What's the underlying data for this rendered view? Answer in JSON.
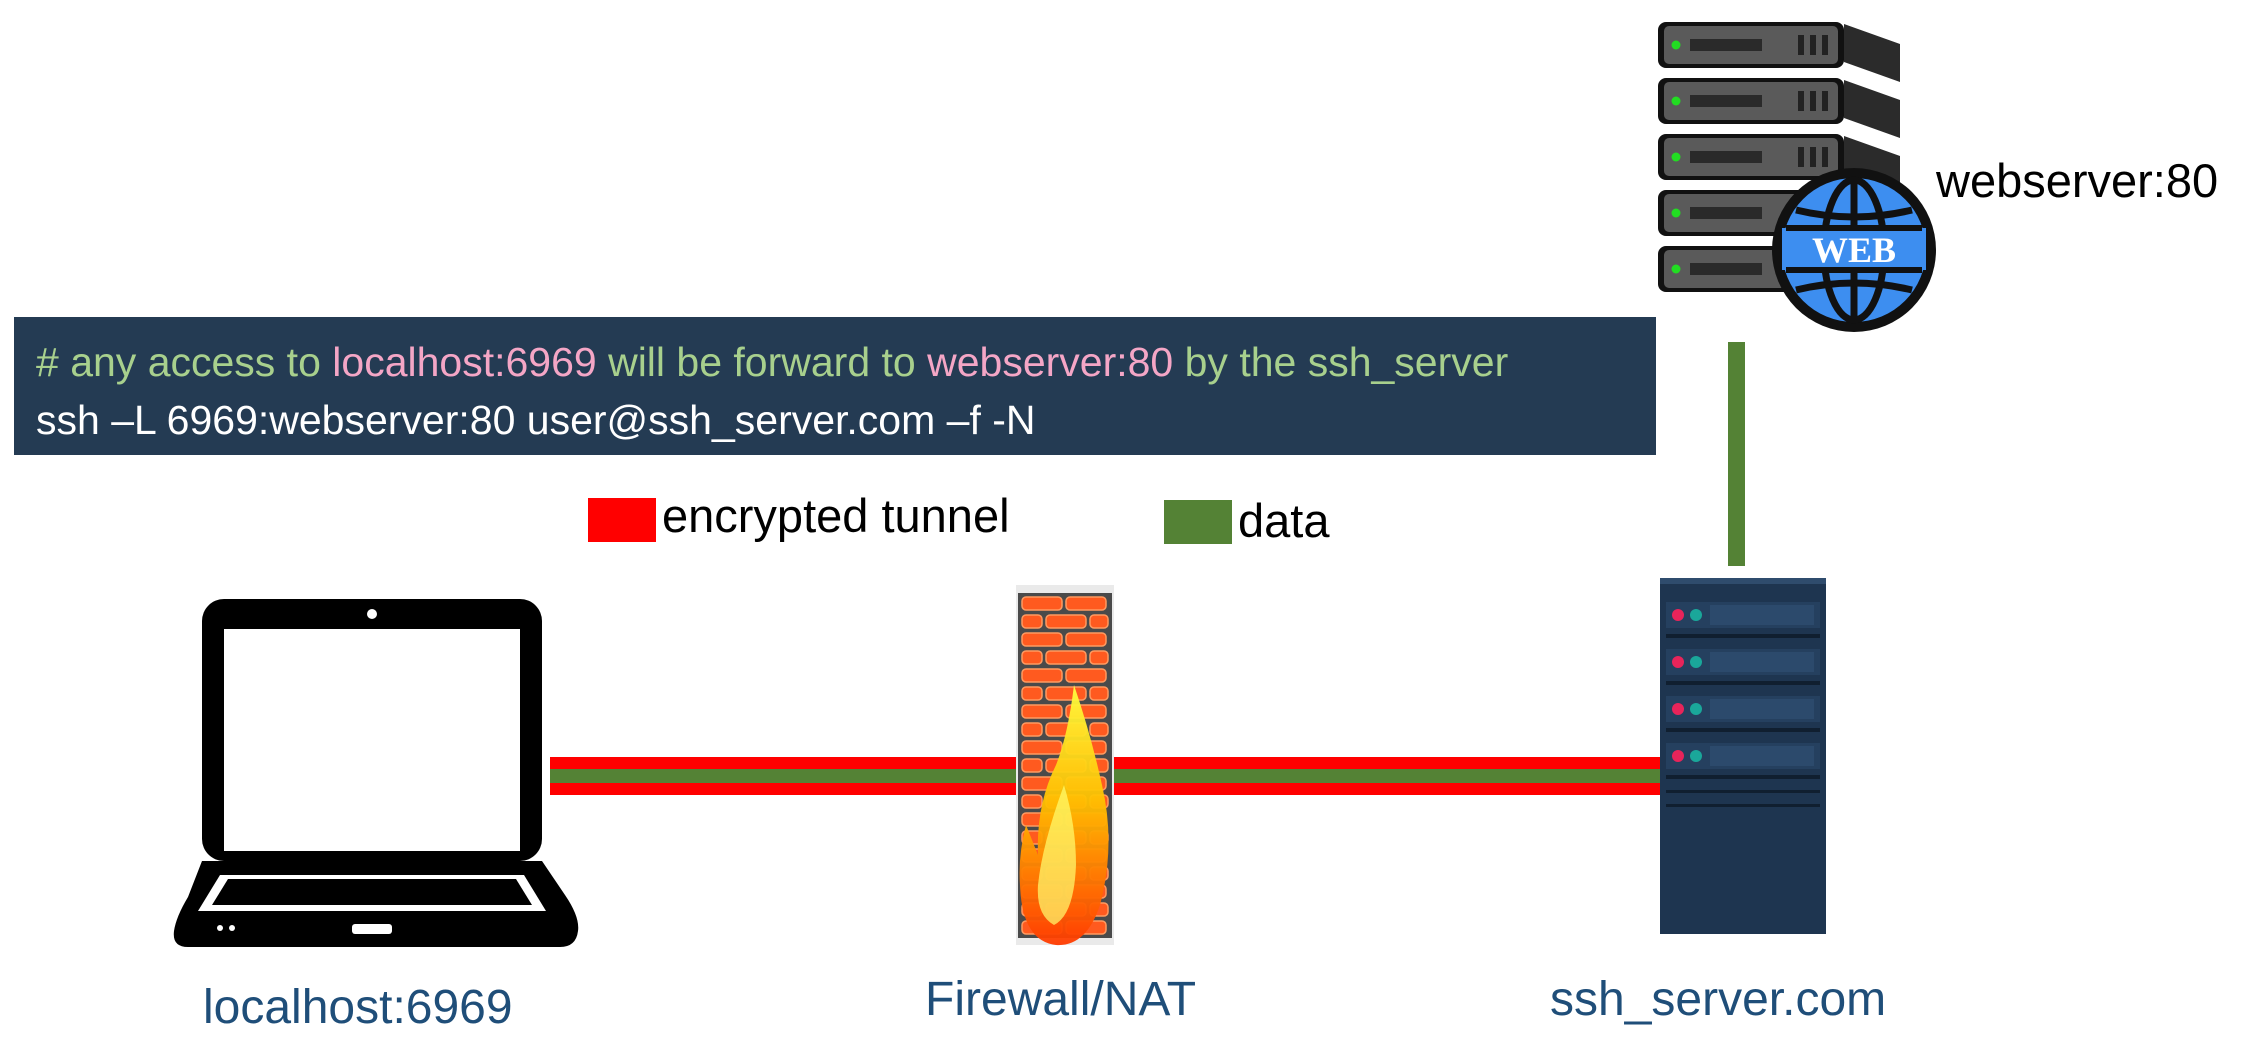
{
  "command_box": {
    "comment_prefix": "# any access to ",
    "comment_host1": "localhost:6969",
    "comment_mid": " will be forward to ",
    "comment_host2": "webserver:80",
    "comment_suffix": " by the ssh_server",
    "command": "ssh –L 6969:webserver:80 user@ssh_server.com –f -N"
  },
  "legend": [
    {
      "label": "encrypted tunnel",
      "color": "#ff0000"
    },
    {
      "label": "data",
      "color": "#548235"
    }
  ],
  "nodes": {
    "client": "localhost:6969",
    "firewall": "Firewall/NAT",
    "ssh_server": "ssh_server.com",
    "webserver": "webserver:80"
  },
  "web_badge": "WEB",
  "colors": {
    "tunnel": "#ff0000",
    "data": "#548235",
    "box_bg": "#243b53",
    "label": "#1f4e79"
  }
}
